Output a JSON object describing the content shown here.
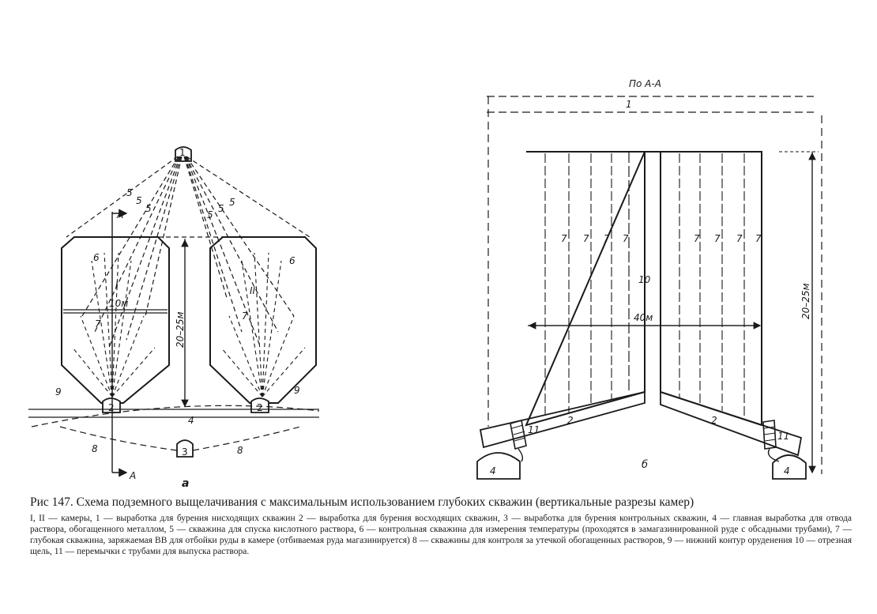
{
  "figure": {
    "left": {
      "gallery_upper": "1",
      "gallery_left": "2",
      "gallery_right": "2",
      "gallery_lower": "3",
      "main_gallery": "4",
      "borehole_5": "5",
      "borehole_6": "6",
      "borehole_7": "7",
      "borehole_8": "8",
      "contour_9": "9",
      "chamber_1": "I",
      "chamber_2": "II",
      "width_dim": "10м",
      "height_dim": "20–25м",
      "section_mark": "A",
      "panel_letter": "а"
    },
    "right": {
      "section_title": "По А-А",
      "upper_gallery": "1",
      "gallery_2": "2",
      "gallery_4": "4",
      "partition_11": "11",
      "slot_10": "10",
      "borehole_7": "7",
      "width_dim": "40м",
      "height_dim": "20–25м",
      "panel_letter": "б"
    }
  },
  "caption": {
    "title": "Рис 147. Схема подземного выщелачивания с максимальным использованием глубоких скважин (вертикальные разрезы камер)",
    "legend": "I, II — камеры, 1 — выработка для бурения нисходящих скважин 2 — выработка для бурения восходящих скважин, 3 — выработка для бурения контрольных скважин, 4 — главная выработка для отвода раствора, обогащенного металлом, 5 — скважина для спуска кислотного раствора, 6 — контрольная скважина для измерения температуры (проходятся в замагазинированной руде с обсадными трубами), 7 — глубокая скважина, заряжаемая ВВ для отбойки руды в камере (отбиваемая руда магазинируется) 8 — скважины для контроля за утечкой обогащенных растворов, 9 — нижний контур оруденения 10 — отрезная щель, 11 — перемычки с трубами для выпуска раствора."
  }
}
